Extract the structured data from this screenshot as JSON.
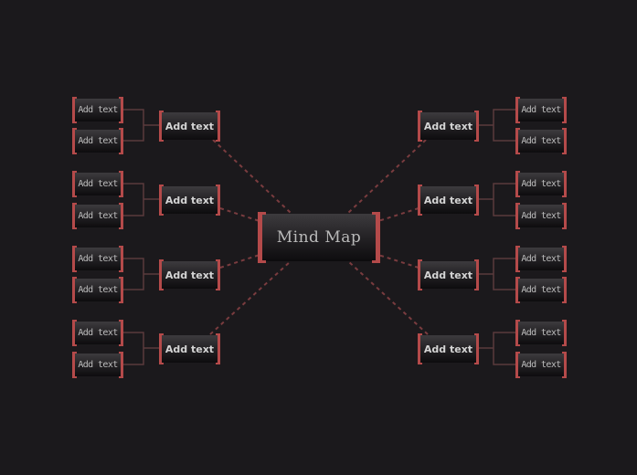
{
  "root": {
    "label": "Mind Map"
  },
  "branches": [
    {
      "label": "Add text",
      "children": [
        "Add text",
        "Add text"
      ]
    },
    {
      "label": "Add text",
      "children": [
        "Add text",
        "Add text"
      ]
    },
    {
      "label": "Add text",
      "children": [
        "Add text",
        "Add text"
      ]
    },
    {
      "label": "Add text",
      "children": [
        "Add text",
        "Add text"
      ]
    },
    {
      "label": "Add text",
      "children": [
        "Add text",
        "Add text"
      ]
    },
    {
      "label": "Add text",
      "children": [
        "Add text",
        "Add text"
      ]
    },
    {
      "label": "Add text",
      "children": [
        "Add text",
        "Add text"
      ]
    },
    {
      "label": "Add text",
      "children": [
        "Add text",
        "Add text"
      ]
    }
  ],
  "colors": {
    "background": "#1b191c",
    "accent": "#b44a4a",
    "dashed_link": "#7a3c3f",
    "leaf_link": "#5a3a3d"
  }
}
